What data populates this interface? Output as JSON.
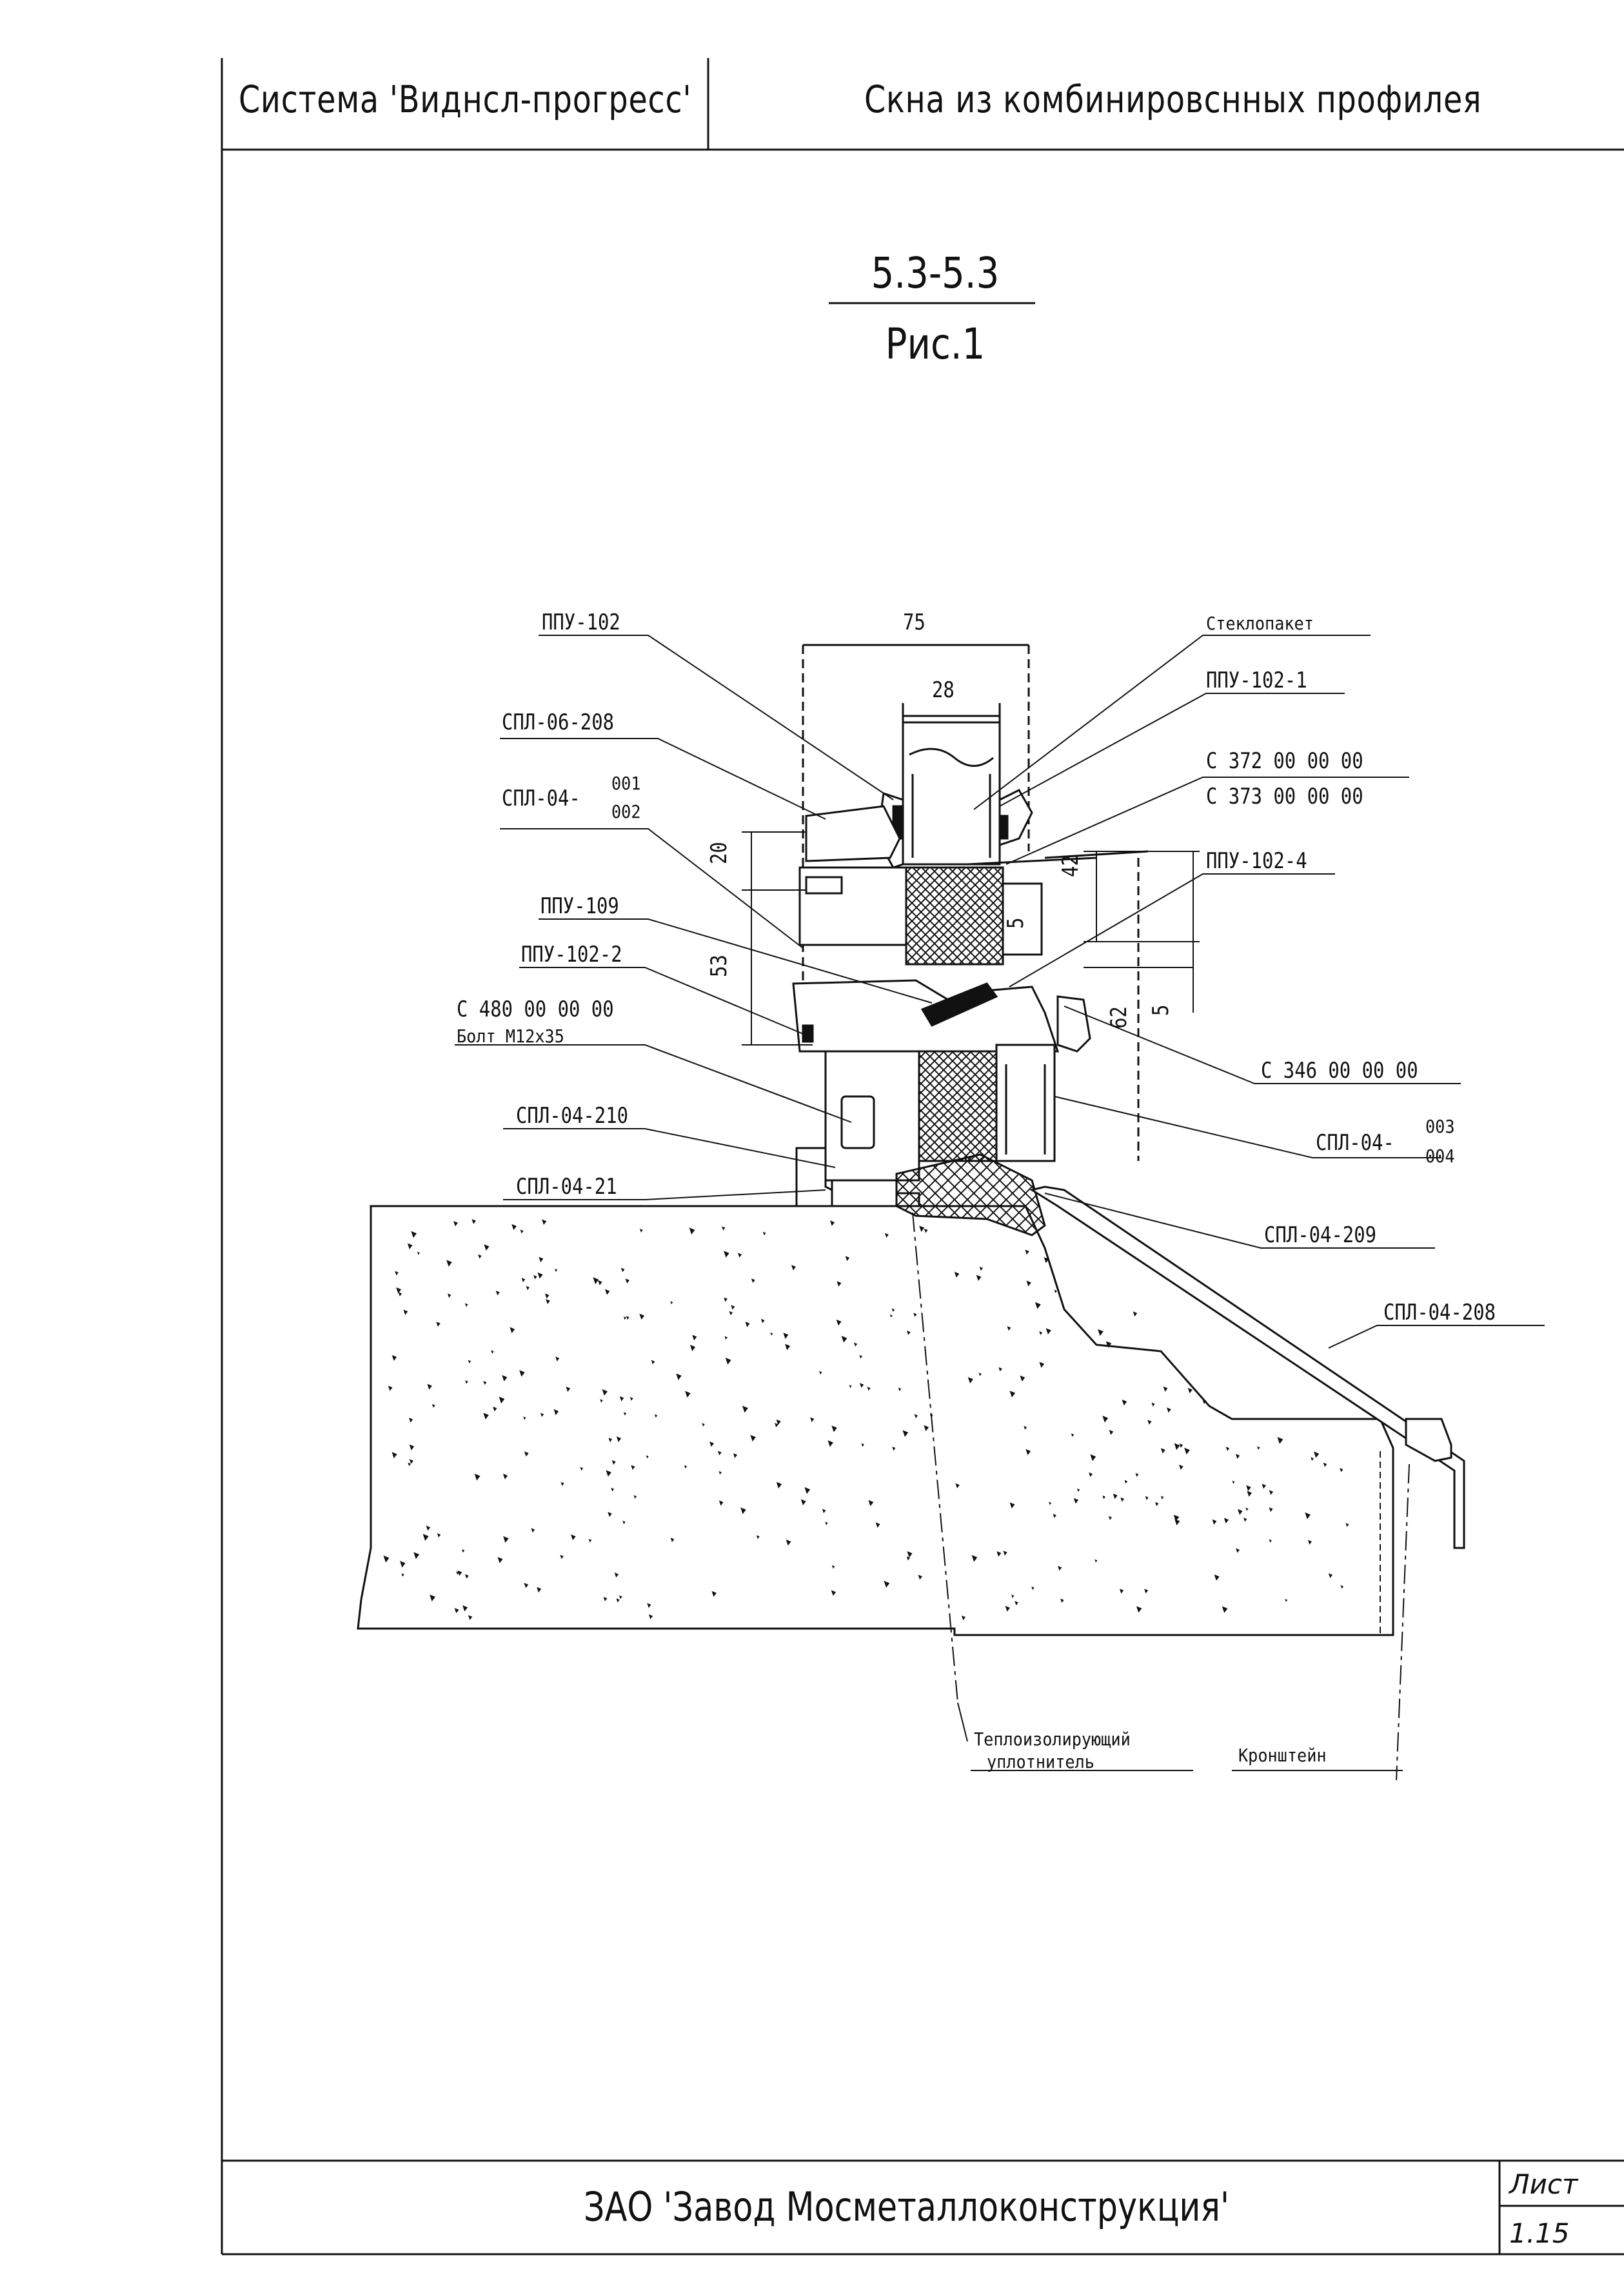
{
  "header": {
    "system": "Система 'Виднсл-прогресс'",
    "title": "Скна из комбинировснных профилея"
  },
  "figure": {
    "section": "5.3-5.3",
    "caption": "Рис.1"
  },
  "dimensions": {
    "width_total": "75",
    "width_glass": "28",
    "h20": "20",
    "h42": "42",
    "h5a": "5",
    "h53": "53",
    "h62": "62",
    "h5b": "5"
  },
  "labels": {
    "ppu102": "ППУ-102",
    "spl06208": "СПЛ-06-208",
    "spl04_prefix": "СПЛ-04-",
    "spl04_num": "001",
    "spl04_den": "002",
    "ppu109": "ППУ-109",
    "ppu1022": "ППУ-102-2",
    "c480": "С 480 00 00 00",
    "bolt": "Болт М12х35",
    "spl04210": "СПЛ-04-210",
    "spl04211": "СПЛ-04-21",
    "steklopaket": "Стеклопакет",
    "ppu1021": "ППУ-102-1",
    "c372": "С 372 00 00 00",
    "c373": "С 373 00 00 00",
    "ppu1024": "ППУ-102-4",
    "c346": "С 346 00 00 00",
    "spl04b_prefix": "СПЛ-04-",
    "spl04b_num": "003",
    "spl04b_den": "004",
    "spl04209": "СПЛ-04-209",
    "spl04208": "СПЛ-04-208",
    "insul_1": "Теплоизолирующий",
    "insul_2": "уплотнитель",
    "bracket": "Кронштейн"
  },
  "footer": {
    "company": "ЗАО 'Завод Мосметаллоконструкция'",
    "sheet_label": "Лист",
    "sheet_number": "1.15"
  }
}
